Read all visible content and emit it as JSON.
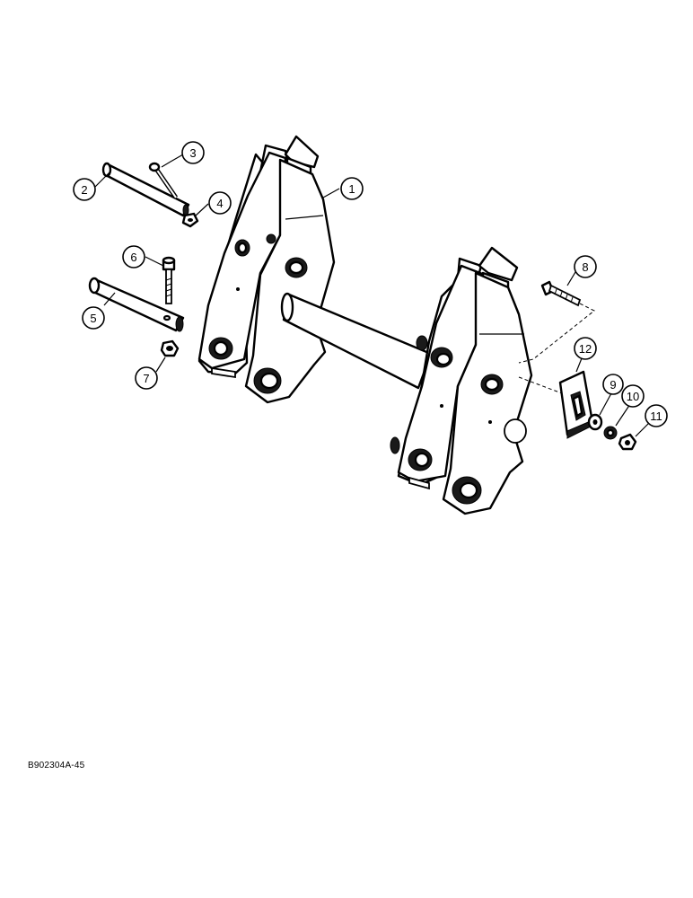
{
  "figure_code": "B902304A-45",
  "callouts": [
    {
      "label": "1"
    },
    {
      "label": "2"
    },
    {
      "label": "3"
    },
    {
      "label": "4"
    },
    {
      "label": "5"
    },
    {
      "label": "6"
    },
    {
      "label": "7"
    },
    {
      "label": "8"
    },
    {
      "label": "9"
    },
    {
      "label": "10"
    },
    {
      "label": "11"
    },
    {
      "label": "12"
    }
  ]
}
